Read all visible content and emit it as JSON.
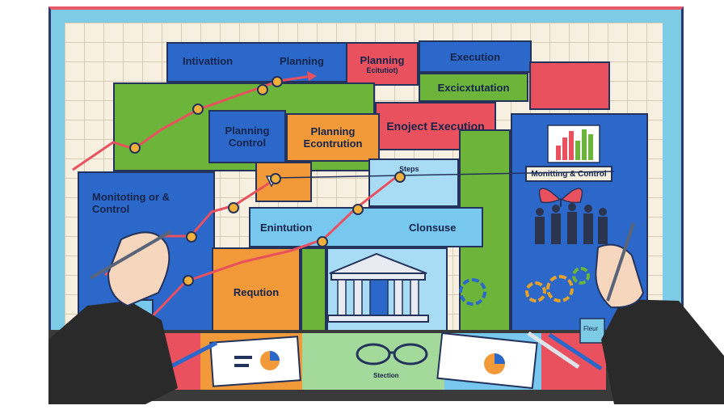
{
  "labels": {
    "initiation": "Intivattion",
    "planning_top": "Planning",
    "planning_red": "Planning",
    "planning_red_sub": "Ecitutiot)",
    "execution_top": "Execution",
    "execution_sub": "Excicxtutation",
    "project_execution": "Enoject Execution",
    "planning_control": "Planning Control",
    "planning_execution": "Planning Econtrution",
    "monitoring_left": "Monitoting or & Control",
    "steps": "Steps",
    "monitoring_right": "Monitting & Control",
    "enintution": "Enintution",
    "closure": "Clonsuse",
    "reqution": "Reqution",
    "stection": "Stection",
    "fleur": "Fleur"
  },
  "colors": {
    "blue": "#2c68c9",
    "green": "#6cb43a",
    "red": "#e9515f",
    "orange": "#f2993a",
    "light_blue": "#77c7ef"
  }
}
